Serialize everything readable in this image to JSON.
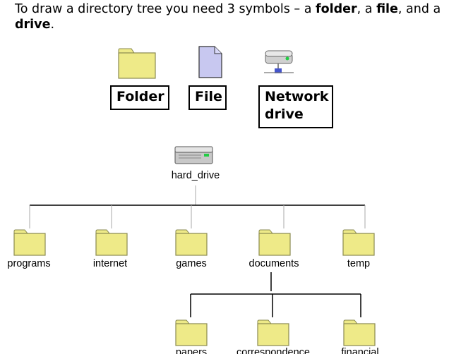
{
  "intro": {
    "part1": "To draw a directory tree you need 3 symbols – a ",
    "folder_word": "folder",
    "part2": ", a ",
    "file_word": "file",
    "part3": ", and a ",
    "drive_word": "drive",
    "part4": "."
  },
  "legend": {
    "folder": "Folder",
    "file": "File",
    "network_drive": "Network drive"
  },
  "tree": {
    "root": "hard_drive",
    "level1": [
      "programs",
      "internet",
      "games",
      "documents",
      "temp"
    ],
    "level2": [
      "papers",
      "correspondence",
      "financial"
    ]
  },
  "colors": {
    "folder_fill": "#eeea88",
    "file_fill": "#c8c8f0",
    "line": "#000000"
  }
}
